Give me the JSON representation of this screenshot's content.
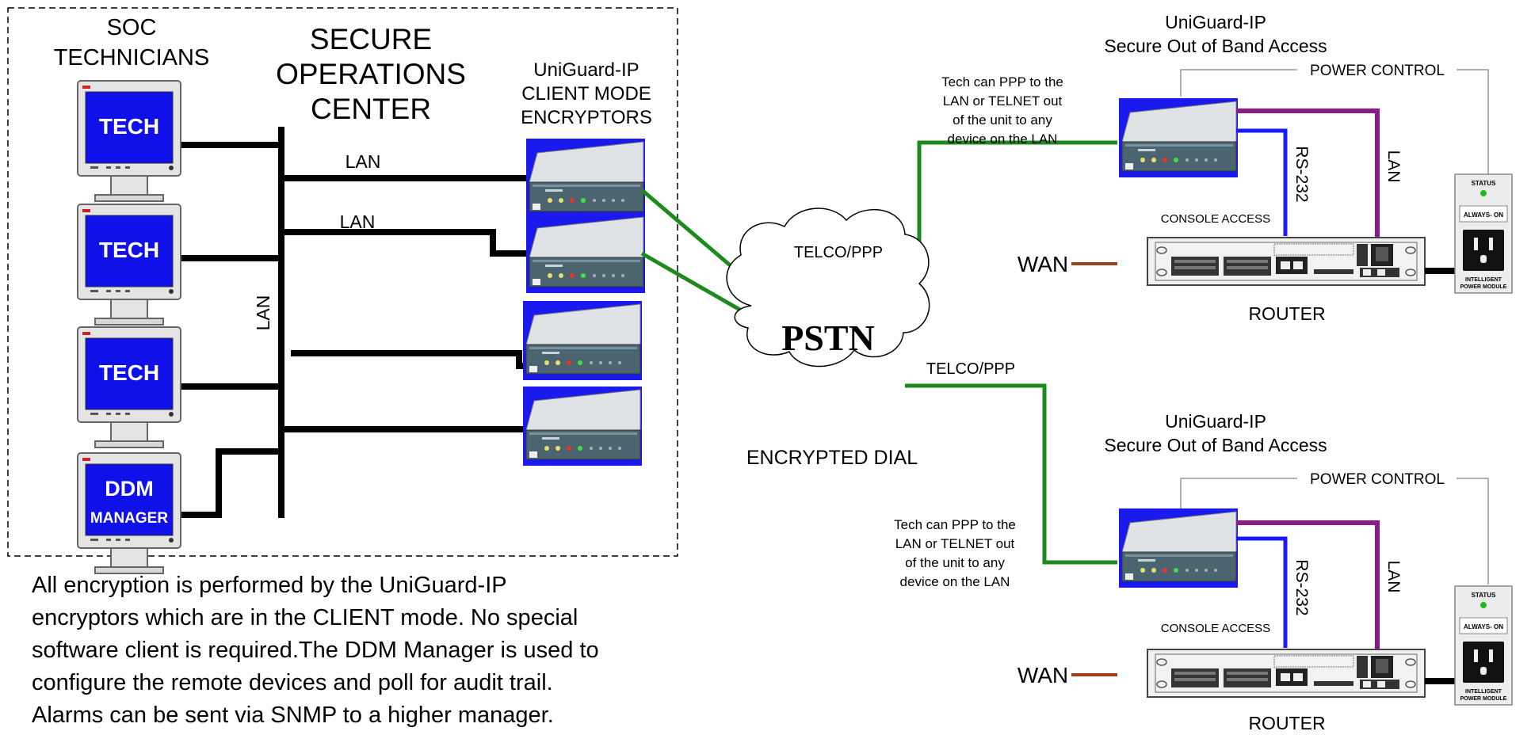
{
  "soc": {
    "technicians_title": [
      "SOC",
      "TECHNICIANS"
    ],
    "center_title": [
      "SECURE",
      "OPERATIONS",
      "CENTER"
    ],
    "encryptors_title": [
      "UniGuard-IP",
      "CLIENT MODE",
      "ENCRYPTORS"
    ],
    "lan_labels": [
      "LAN",
      "LAN",
      "LAN"
    ],
    "monitors": [
      {
        "label": "TECH",
        "sublabel": ""
      },
      {
        "label": "TECH",
        "sublabel": ""
      },
      {
        "label": "TECH",
        "sublabel": ""
      },
      {
        "label": "DDM",
        "sublabel": "MANAGER"
      }
    ],
    "description": [
      "All encryption is performed by the UniGuard-IP",
      "encryptors which are in the CLIENT mode. No special",
      "software client is required.The DDM Manager is used to",
      "configure the remote devices and poll for audit trail.",
      "Alarms can be sent via SNMP to a higher manager."
    ]
  },
  "cloud": {
    "label": "PSTN",
    "caption": "ENCRYPTED DIAL",
    "telco_top": "TELCO/PPP",
    "telco_bottom": "TELCO/PPP"
  },
  "sites": [
    {
      "title": [
        "UniGuard-IP",
        "Secure Out of Band Access"
      ],
      "power_control": "POWER CONTROL",
      "tech_note": [
        "Tech can PPP to the",
        "LAN or TELNET out",
        "of the unit to any",
        "device on the LAN"
      ],
      "rs232": "RS-232",
      "lan": "LAN",
      "console": "CONSOLE ACCESS",
      "wan": "WAN",
      "router": "ROUTER",
      "ipm": {
        "status": "STATUS",
        "always_on": "ALWAYS- ON",
        "caption": [
          "INTELLIGENT",
          "POWER MODULE"
        ]
      }
    },
    {
      "title": [
        "UniGuard-IP",
        "Secure Out of Band Access"
      ],
      "power_control": "POWER CONTROL",
      "tech_note": [
        "Tech can PPP to the",
        "LAN or TELNET out",
        "of the unit to any",
        "device on the LAN"
      ],
      "rs232": "RS-232",
      "lan": "LAN",
      "console": "CONSOLE ACCESS",
      "wan": "WAN",
      "router": "ROUTER",
      "ipm": {
        "status": "STATUS",
        "always_on": "ALWAYS- ON",
        "caption": [
          "INTELLIGENT",
          "POWER MODULE"
        ]
      }
    }
  ],
  "colors": {
    "monitor_screen": "#1010e8",
    "encryptor_bg": "#1a1aee",
    "telco_line": "#1e8a1e",
    "rs232_line": "#1a1aff",
    "lan_line": "#8b1a8b",
    "wan_line": "#a0401a",
    "status_led": "#22bb22"
  }
}
